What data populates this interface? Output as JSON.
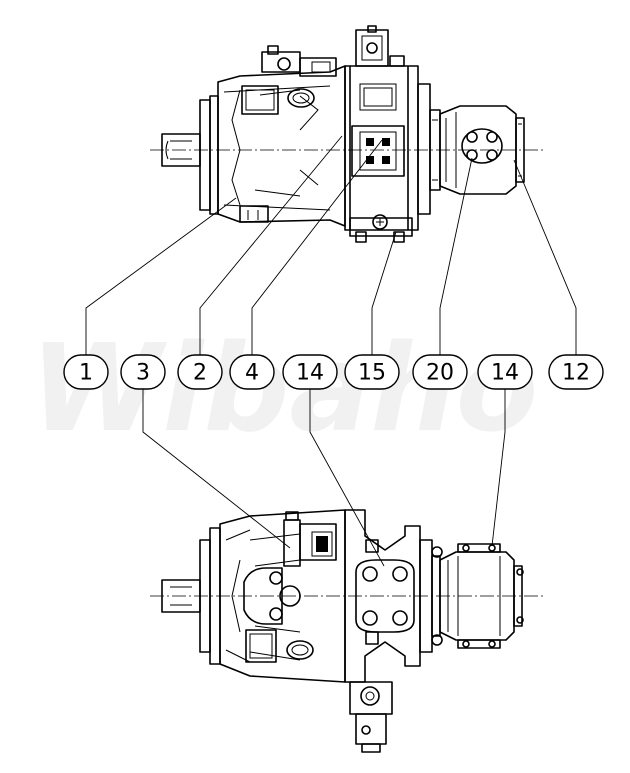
{
  "watermark": "Wibaho",
  "callouts_top": [
    {
      "label": "1"
    },
    {
      "label": "3"
    },
    {
      "label": "2"
    },
    {
      "label": "4"
    },
    {
      "label": "14"
    },
    {
      "label": "15"
    },
    {
      "label": "20"
    },
    {
      "label": "14"
    },
    {
      "label": "12"
    }
  ],
  "colors": {
    "ink": "#000000",
    "background": "#ffffff",
    "watermark": "#f1f1f1"
  }
}
